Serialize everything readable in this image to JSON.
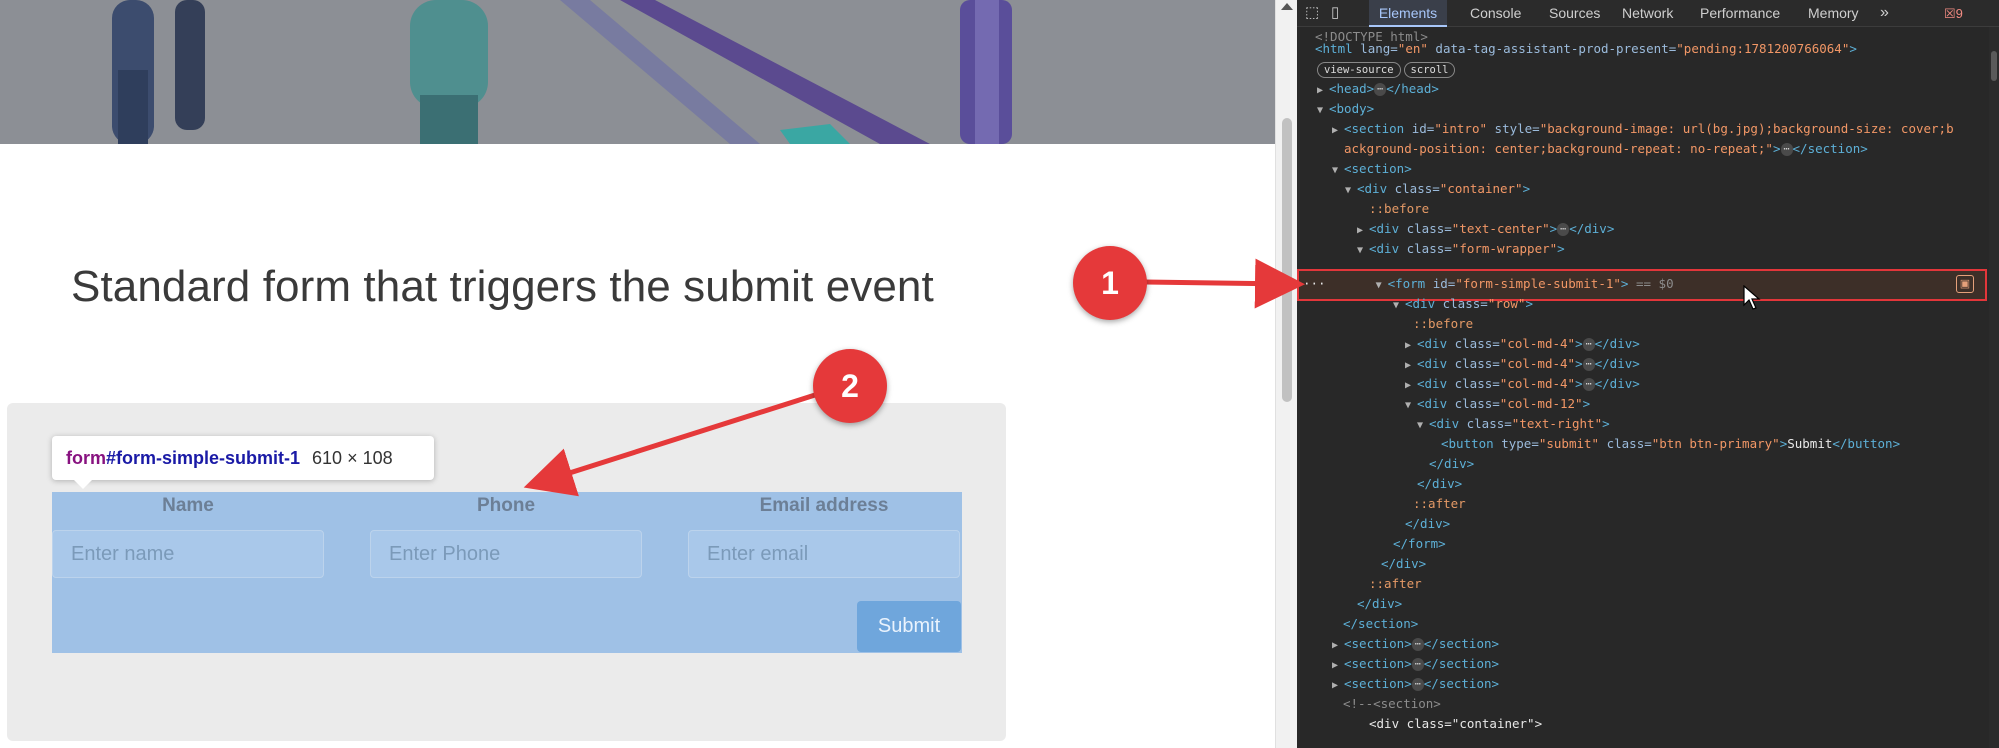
{
  "page": {
    "title": "Standard form that triggers the submit event",
    "form": {
      "fields": [
        {
          "label": "Name",
          "placeholder": "Enter name"
        },
        {
          "label": "Phone",
          "placeholder": "Enter Phone"
        },
        {
          "label": "Email address",
          "placeholder": "Enter email"
        }
      ],
      "submit_label": "Submit"
    },
    "inspector_tooltip": {
      "tag": "form",
      "id": "#form-simple-submit-1",
      "size": "610 × 108"
    }
  },
  "annotations": {
    "callout_1": "1",
    "callout_2": "2",
    "color": "#e5393a"
  },
  "devtools": {
    "tabs": [
      "Elements",
      "Console",
      "Sources",
      "Network",
      "Performance",
      "Memory"
    ],
    "active_tab": "Elements",
    "error_count": "9",
    "pills": [
      "view-source",
      "scroll"
    ],
    "tree": {
      "doctype": "<!DOCTYPE html>",
      "html_tag": "<html",
      "html_attrs": " lang=",
      "html_lang": "\"en\"",
      "html_attr2": " data-tag-assistant-prod-present=",
      "html_attr2_val": "\"pending:1781200766064\"",
      "html_close": ">",
      "head": "<head>",
      "head_close": "</head>",
      "body": "<body>",
      "section_intro_open": "<section",
      "section_intro_id_attr": " id=",
      "section_intro_id": "\"intro\"",
      "section_intro_style_attr": " style=",
      "section_intro_style_1": "\"background-image: url(bg.jpg);background-size: cover;b",
      "section_intro_style_2": "ackground-position: center;background-repeat: no-repeat;\"",
      "section_intro_end": ">",
      "section_close": "</section>",
      "section": "<section>",
      "div_open": "<div",
      "class_attr": " class=",
      "container": "\"container\"",
      "text_center": "\"text-center\"",
      "form_wrapper": "\"form-wrapper\"",
      "row": "\"row\"",
      "col_md_4": "\"col-md-4\"",
      "col_md_12": "\"col-md-12\"",
      "text_right": "\"text-right\"",
      "gt": ">",
      "div_close": "</div>",
      "before": "::before",
      "after": "::after",
      "form_open": "<form",
      "id_attr": " id=",
      "form_id": "\"form-simple-submit-1\"",
      "form_gt": ">",
      "eq_sel": " == $0",
      "button_open": "<button",
      "type_attr": " type=",
      "type_val": "\"submit\"",
      "btn_class": "\"btn btn-primary\"",
      "button_text": "Submit",
      "button_close": "</button>",
      "form_close": "</form>",
      "comment": "<!--<section>",
      "ellipsis": "⋯",
      "dots_left": "···"
    }
  }
}
